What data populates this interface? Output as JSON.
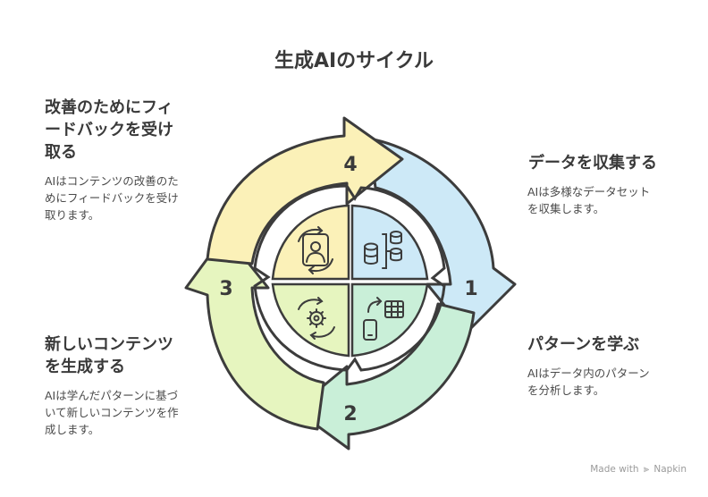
{
  "title": "生成AIのサイクル",
  "colors": {
    "step1": "#cde9f7",
    "step2": "#c9efd8",
    "step3": "#e6f5bf",
    "step4": "#fbf1b8",
    "outline": "#3c3c3c"
  },
  "steps": [
    {
      "number": "1",
      "heading": "データを収集する",
      "description": "AIは多様なデータセットを収集します。",
      "icon": "database-icon"
    },
    {
      "number": "2",
      "heading": "パターンを学ぶ",
      "description": "AIはデータ内のパターンを分析します。",
      "icon": "data-transfer-icon"
    },
    {
      "number": "3",
      "heading": "新しいコンテンツを生成する",
      "description": "AIは学んだパターンに基づいて新しいコンテンツを作成します。",
      "icon": "gear-cycle-icon"
    },
    {
      "number": "4",
      "heading": "改善のためにフィードバックを受け取る",
      "description": "AIはコンテンツの改善のためにフィードバックを受け取ります。",
      "icon": "user-cycle-icon"
    }
  ],
  "watermark": {
    "prefix": "Made with",
    "brand": "Napkin"
  }
}
